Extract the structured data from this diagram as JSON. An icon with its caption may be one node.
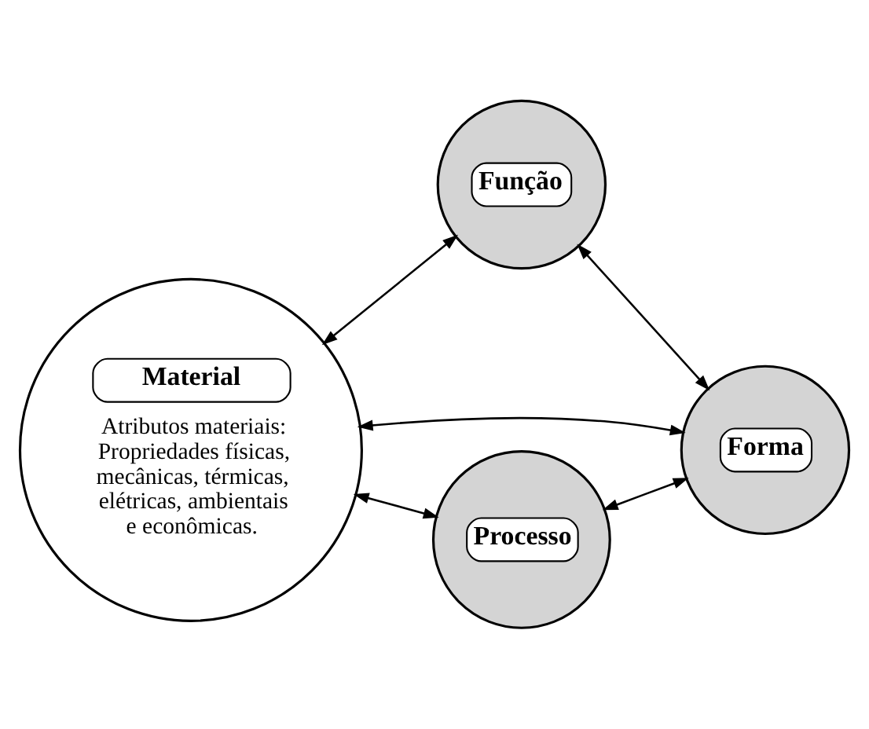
{
  "diagram": {
    "nodes": [
      {
        "text": [
          "Função"
        ]
      },
      {
        "text": [
          "Material",
          "Atributos materiais: Propriedades físicas, mecânicas, térmicas, elétricas, ambientais e econômicas."
        ]
      },
      {
        "text": [
          "Forma"
        ]
      },
      {
        "text": [
          "Processo"
        ]
      }
    ],
    "edges": [
      {
        "from": 1,
        "to": 0,
        "arrow": "both"
      },
      {
        "from": 0,
        "to": 2,
        "arrow": "both"
      },
      {
        "from": 1,
        "to": 2,
        "arrow": "both"
      },
      {
        "from": 1,
        "to": 3,
        "arrow": "both"
      },
      {
        "from": 3,
        "to": 2,
        "arrow": "both"
      }
    ]
  }
}
